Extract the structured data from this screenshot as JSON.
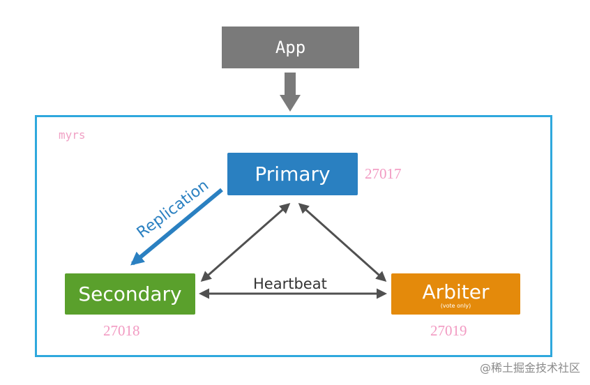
{
  "nodes": {
    "app": "App",
    "primary": "Primary",
    "secondary": "Secondary",
    "arbiter": "Arbiter",
    "arbiter_note": "(vote only)"
  },
  "replica_set": {
    "name": "myrs"
  },
  "ports": {
    "primary": "27017",
    "secondary": "27018",
    "arbiter": "27019"
  },
  "edges": {
    "replication": "Replication",
    "heartbeat": "Heartbeat"
  },
  "watermark": "@稀土掘金技术社区",
  "colors": {
    "app": "#7a7a7a",
    "primary": "#2a80c1",
    "secondary": "#5aa02c",
    "arbiter": "#e48a0b",
    "frame": "#2fa8dd",
    "port_text": "#f29ac2",
    "connector": "#505050"
  }
}
